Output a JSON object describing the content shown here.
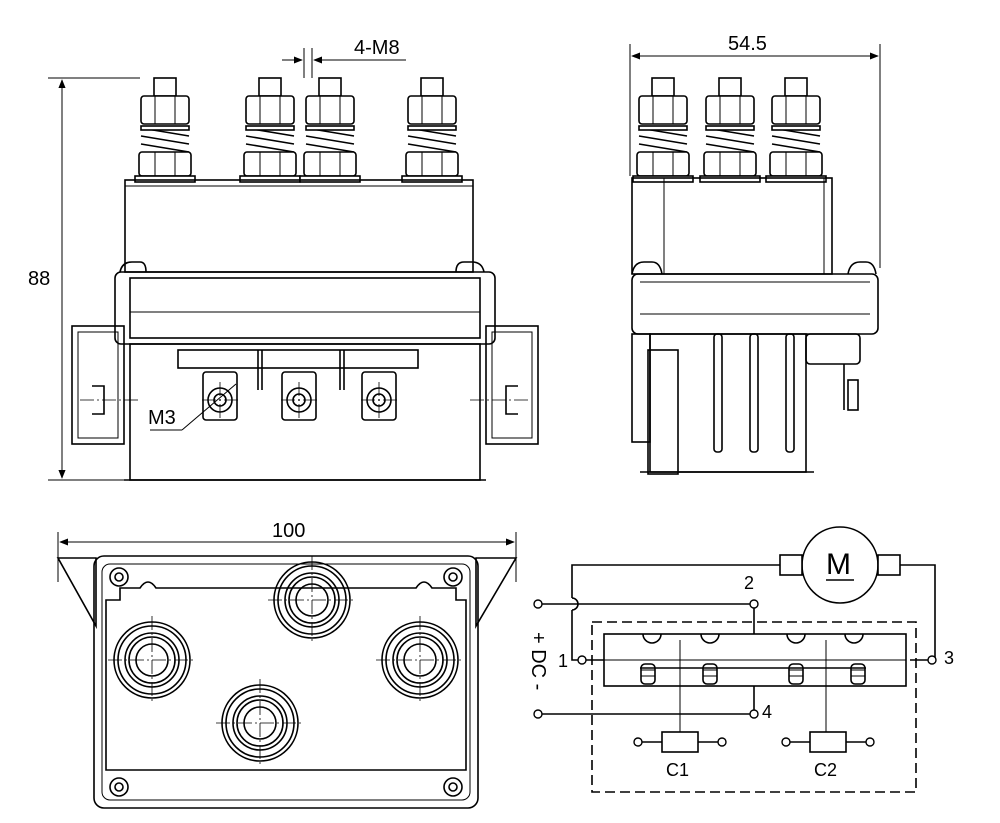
{
  "dimensions": {
    "height_front": "88",
    "terminal_thread": "4-M8",
    "width_side": "54.5",
    "width_bottom": "100",
    "screw_thread": "M3"
  },
  "schematic": {
    "motor_label": "M",
    "terminal_labels": [
      "1",
      "2",
      "3",
      "4"
    ],
    "supply_label": "+ DC -",
    "coil_labels": [
      "C1",
      "C2"
    ]
  }
}
